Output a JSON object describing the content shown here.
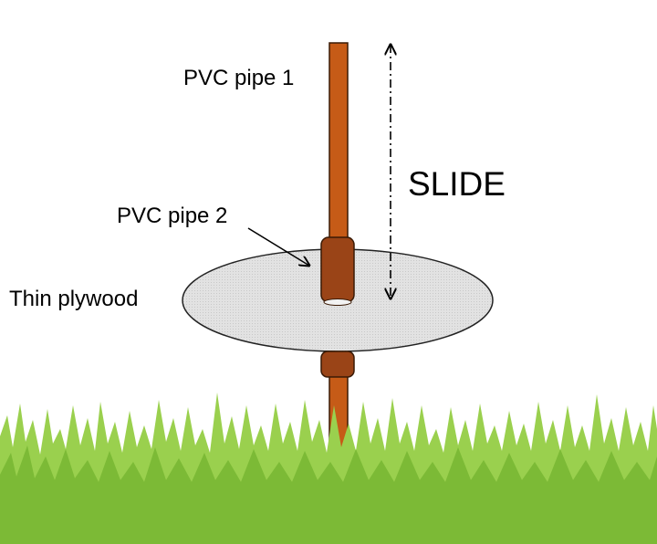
{
  "labels": {
    "pipe1": "PVC pipe 1",
    "pipe2": "PVC pipe 2",
    "plywood": "Thin plywood",
    "slide": "SLIDE"
  },
  "colors": {
    "pipe": "#c65b17",
    "pipe_outline": "#3a1a05",
    "sleeve": "#9a4417",
    "disc_fill": "#dedede",
    "disc_outline": "#222222",
    "grass_light": "#9ad04e",
    "grass_dark": "#7cba36"
  }
}
